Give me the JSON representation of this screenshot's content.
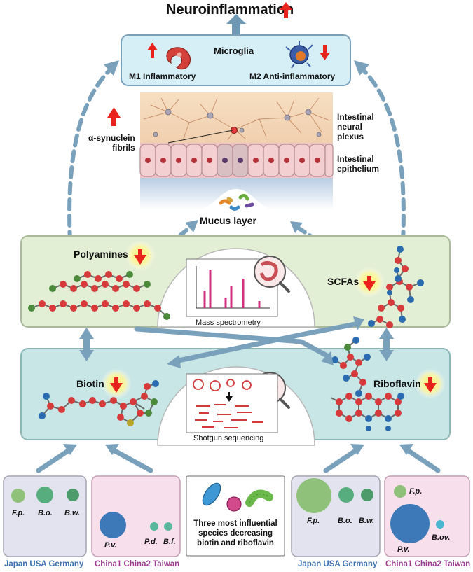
{
  "title": "Neuroinflammation",
  "microglia": {
    "title": "Microglia",
    "m1_label": "M1 Inflammatory",
    "m2_label": "M2 Anti-inflammatory"
  },
  "gut": {
    "neural_plexus": "Intestinal\nneural\nplexus",
    "epithelium": "Intestinal\nepithelium",
    "synuclein": "α-synuclein\nfibrils",
    "mucus": "Mucus layer"
  },
  "metabolites": {
    "polyamines": "Polyamines",
    "scfas": "SCFAs",
    "biotin": "Biotin",
    "riboflavin": "Riboflavin"
  },
  "methods": {
    "mass_spec": "Mass spectrometry",
    "shotgun": "Shotgun sequencing"
  },
  "species_boxes": {
    "left_blue": [
      "F.p.",
      "B.o.",
      "B.w."
    ],
    "left_pink": [
      "P.v.",
      "P.d.",
      "B.f."
    ],
    "right_blue": [
      "F.p.",
      "B.o.",
      "B.w."
    ],
    "right_pink": [
      "F.p.",
      "P.v.",
      "B.ov."
    ]
  },
  "center_note": "Three most influential\nspecies decreasing\nbiotin and riboflavin",
  "captions": {
    "left_blue": "Japan USA Germany",
    "left_pink": "China1 China2 Taiwan",
    "right_blue": "Japan USA Germany",
    "right_pink": "China1 China2 Taiwan"
  },
  "colors": {
    "up_arrow": "#e8231d",
    "flow_arrow": "#6f98b4",
    "microglia_box": "#d6eef6",
    "metabolite_box_green": "#e3efd4",
    "metabolite_box_teal": "#c9e6e6",
    "country_box_blue": "#e3e3ef",
    "country_box_pink": "#f7e0ec"
  }
}
